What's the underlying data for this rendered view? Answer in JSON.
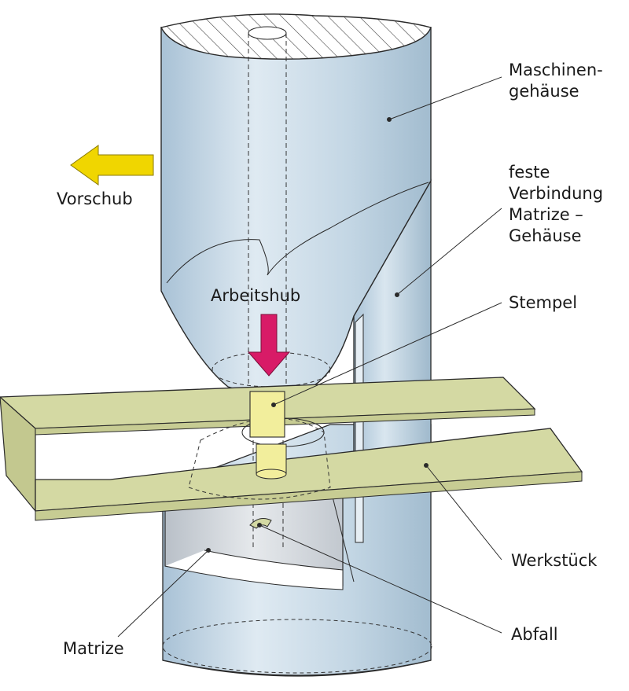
{
  "labels": {
    "maschinengehaeuse": [
      "Maschinen-",
      "gehäuse"
    ],
    "feste_verbindung": [
      "feste",
      "Verbindung",
      "Matrize –",
      "Gehäuse"
    ],
    "stempel": "Stempel",
    "werkstueck": "Werkstück",
    "abfall": "Abfall",
    "matrize": "Matrize",
    "vorschub": "Vorschub",
    "arbeitshub": "Arbeitshub"
  },
  "colors": {
    "housing": "#b9cfe0",
    "sheet": "#d4d9a3",
    "punch": "#f2ee9c",
    "feed_arrow": "#f0d600",
    "stroke_arrow": "#d81b67",
    "die_grey": "#cdd2d8"
  }
}
